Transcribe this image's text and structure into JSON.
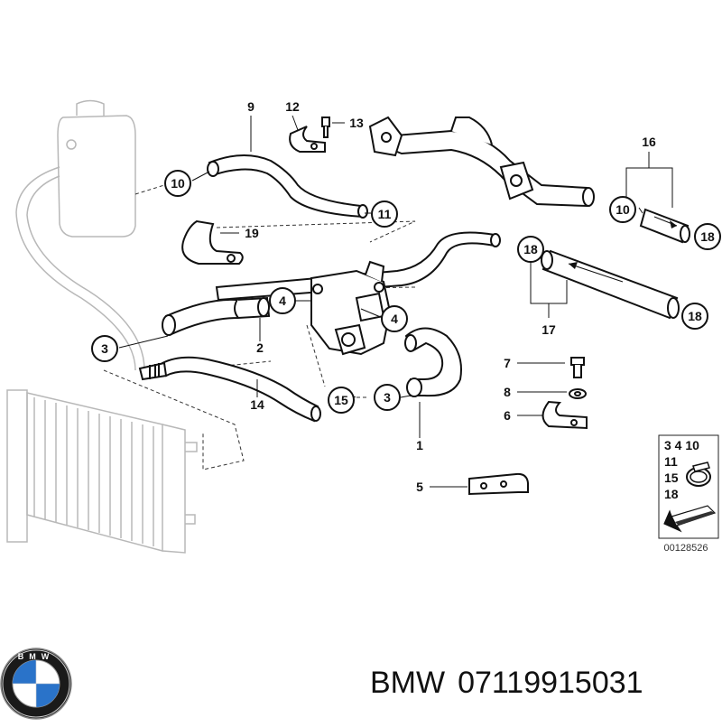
{
  "diagram": {
    "callouts": [
      {
        "id": "c9",
        "label": "9"
      },
      {
        "id": "c12",
        "label": "12"
      },
      {
        "id": "c13",
        "label": "13"
      },
      {
        "id": "c16",
        "label": "16"
      },
      {
        "id": "c10a",
        "label": "10"
      },
      {
        "id": "c11",
        "label": "11"
      },
      {
        "id": "c19",
        "label": "19"
      },
      {
        "id": "c10b",
        "label": "10"
      },
      {
        "id": "c18a",
        "label": "18"
      },
      {
        "id": "c18b",
        "label": "18"
      },
      {
        "id": "c18c",
        "label": "18"
      },
      {
        "id": "c17",
        "label": "17"
      },
      {
        "id": "c4a",
        "label": "4"
      },
      {
        "id": "c4b",
        "label": "4"
      },
      {
        "id": "c3a",
        "label": "3"
      },
      {
        "id": "c2",
        "label": "2"
      },
      {
        "id": "c14",
        "label": "14"
      },
      {
        "id": "c15",
        "label": "15"
      },
      {
        "id": "c3b",
        "label": "3"
      },
      {
        "id": "c1",
        "label": "1"
      },
      {
        "id": "c7",
        "label": "7"
      },
      {
        "id": "c8",
        "label": "8"
      },
      {
        "id": "c6",
        "label": "6"
      },
      {
        "id": "c5",
        "label": "5"
      }
    ],
    "legend_box": {
      "lines": [
        "3  4 10",
        "11",
        "15",
        "18"
      ]
    },
    "drawing_number": "00128526"
  },
  "footer": {
    "brand": "BMW",
    "part_number": "07119915031",
    "logo_letters": "BMW"
  }
}
